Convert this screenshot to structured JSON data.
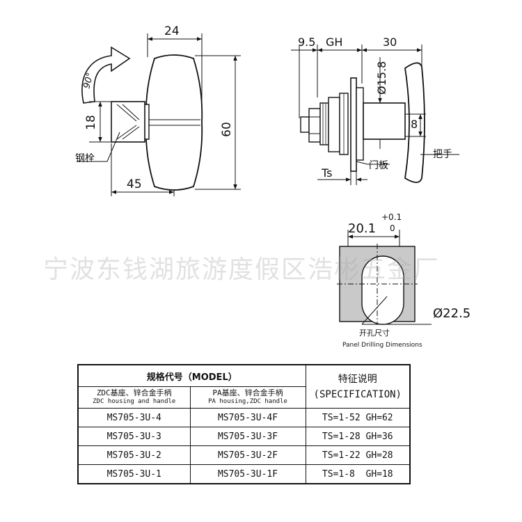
{
  "side_view": {
    "dim_top": "24",
    "dim_height": "60",
    "dim_small": "18",
    "dim_bottom": "45",
    "rotation": "90°",
    "label_pin": "钢栓"
  },
  "front_view": {
    "dim_95": "9.5",
    "dim_gh": "GH",
    "dim_30": "30",
    "dim_dia": "Ø15.8",
    "dim_8": "8",
    "dim_ts": "Ts",
    "label_door": "门板",
    "label_handle": "把手"
  },
  "cutout": {
    "width": "20.1",
    "tol_plus": "+0.1",
    "tol_zero": "0",
    "diameter": "Ø22.5",
    "caption_cn": "开孔尺寸",
    "caption_en": "Panel Drilling Dimensions"
  },
  "watermark": "宁波东钱湖旅游度假区浩彬五金厂",
  "table": {
    "header_model": "规格代号（MODEL）",
    "header_spec_cn": "特征说明",
    "header_spec_en": "(SPECIFICATION)",
    "sub1_cn": "ZDC基座、锌合金手柄",
    "sub1_en": "ZDC housing and handle",
    "sub2_cn": "PA基座、锌合金手柄",
    "sub2_en": "PA housing,ZDC handle",
    "rows": [
      {
        "m1": "MS705-3U-4",
        "m2": "MS705-3U-4F",
        "spec": "TS=1-52 GH=62"
      },
      {
        "m1": "MS705-3U-3",
        "m2": "MS705-3U-3F",
        "spec": "TS=1-28 GH=36"
      },
      {
        "m1": "MS705-3U-2",
        "m2": "MS705-3U-2F",
        "spec": "TS=1-22 GH=28"
      },
      {
        "m1": "MS705-3U-1",
        "m2": "MS705-3U-1F",
        "spec": "TS=1-8  GH=18"
      }
    ]
  }
}
